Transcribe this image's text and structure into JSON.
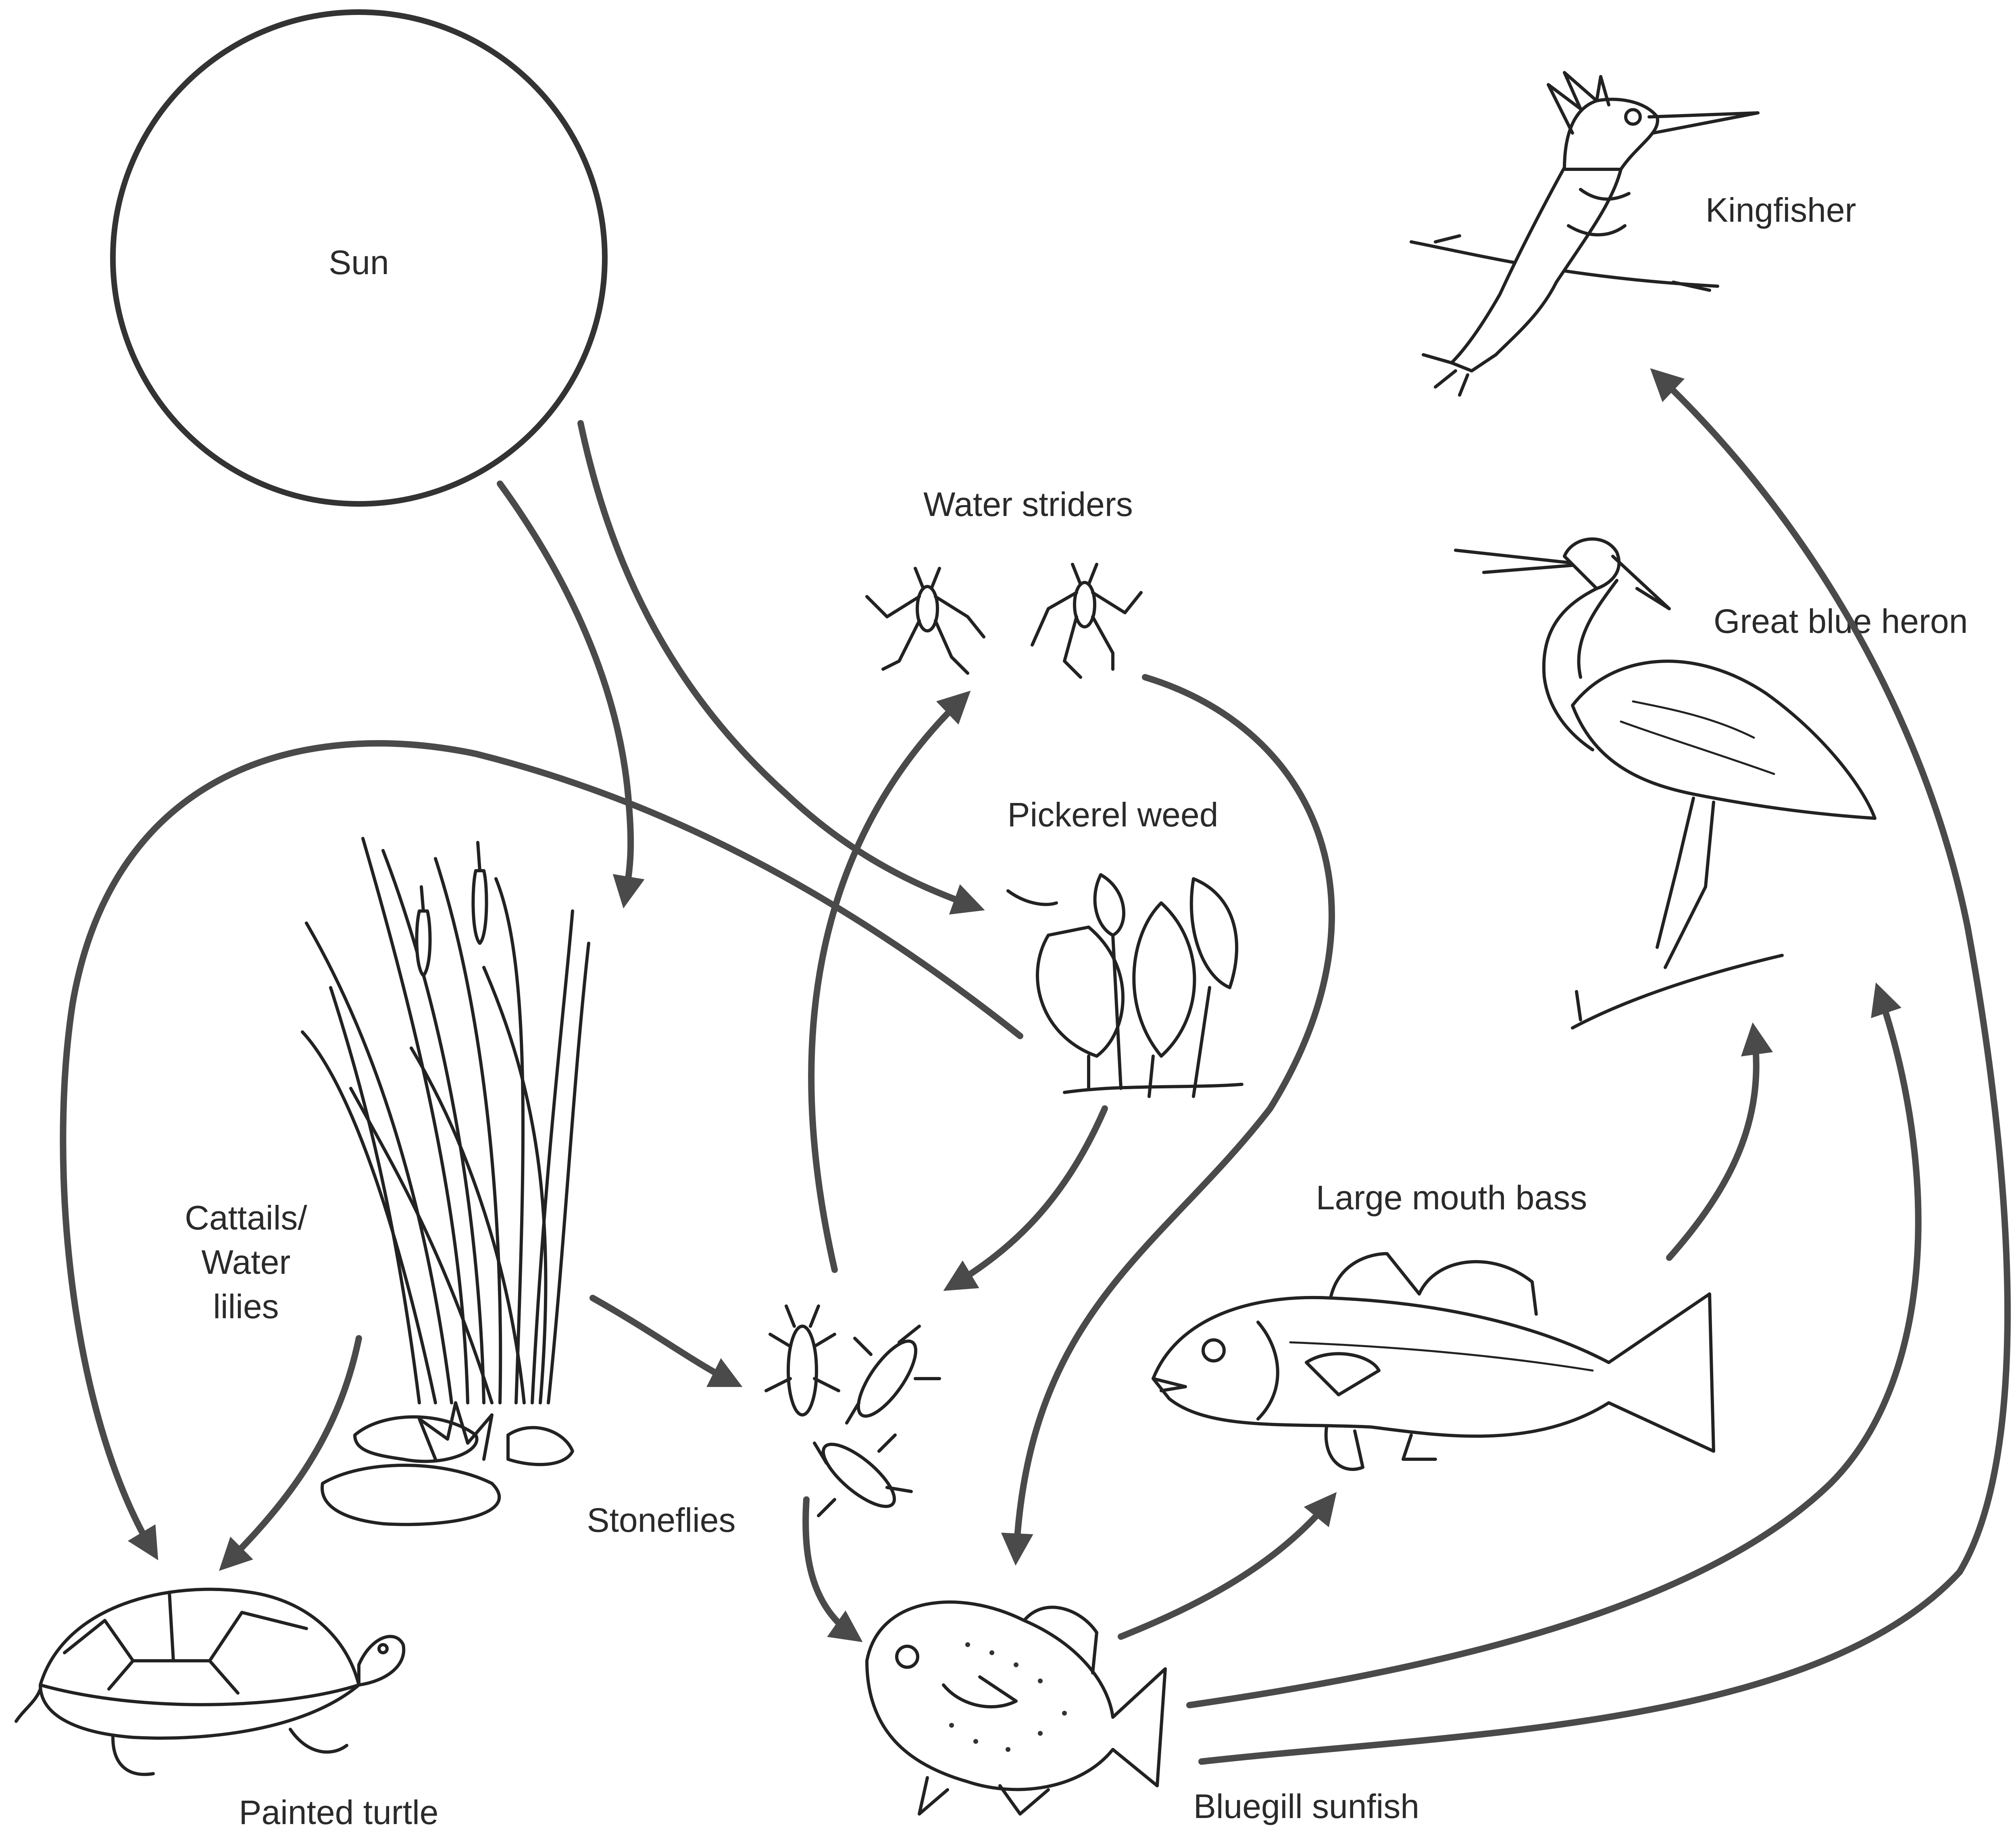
{
  "nodes": {
    "sun": "Sun",
    "water_striders": "Water striders",
    "pickerel_weed": "Pickerel weed",
    "cattails_line1": "Cattails/",
    "cattails_line2": "Water",
    "cattails_line3": "lilies",
    "stoneflies": "Stoneflies",
    "painted_turtle": "Painted turtle",
    "bluegill": "Bluegill sunfish",
    "bass": "Large mouth bass",
    "heron": "Great blue heron",
    "kingfisher": "Kingfisher"
  },
  "edges": [
    {
      "from": "Sun",
      "to": "Cattails/Water lilies"
    },
    {
      "from": "Sun",
      "to": "Pickerel weed"
    },
    {
      "from": "Pickerel weed",
      "to": "Painted turtle"
    },
    {
      "from": "Cattails/Water lilies",
      "to": "Painted turtle"
    },
    {
      "from": "Cattails/Water lilies",
      "to": "Stoneflies"
    },
    {
      "from": "Pickerel weed",
      "to": "Stoneflies"
    },
    {
      "from": "Stoneflies",
      "to": "Water striders"
    },
    {
      "from": "Water striders",
      "to": "Bluegill sunfish"
    },
    {
      "from": "Stoneflies",
      "to": "Bluegill sunfish"
    },
    {
      "from": "Bluegill sunfish",
      "to": "Large mouth bass"
    },
    {
      "from": "Large mouth bass",
      "to": "Great blue heron"
    },
    {
      "from": "Bluegill sunfish",
      "to": "Great blue heron"
    },
    {
      "from": "Bluegill sunfish",
      "to": "Kingfisher"
    }
  ]
}
